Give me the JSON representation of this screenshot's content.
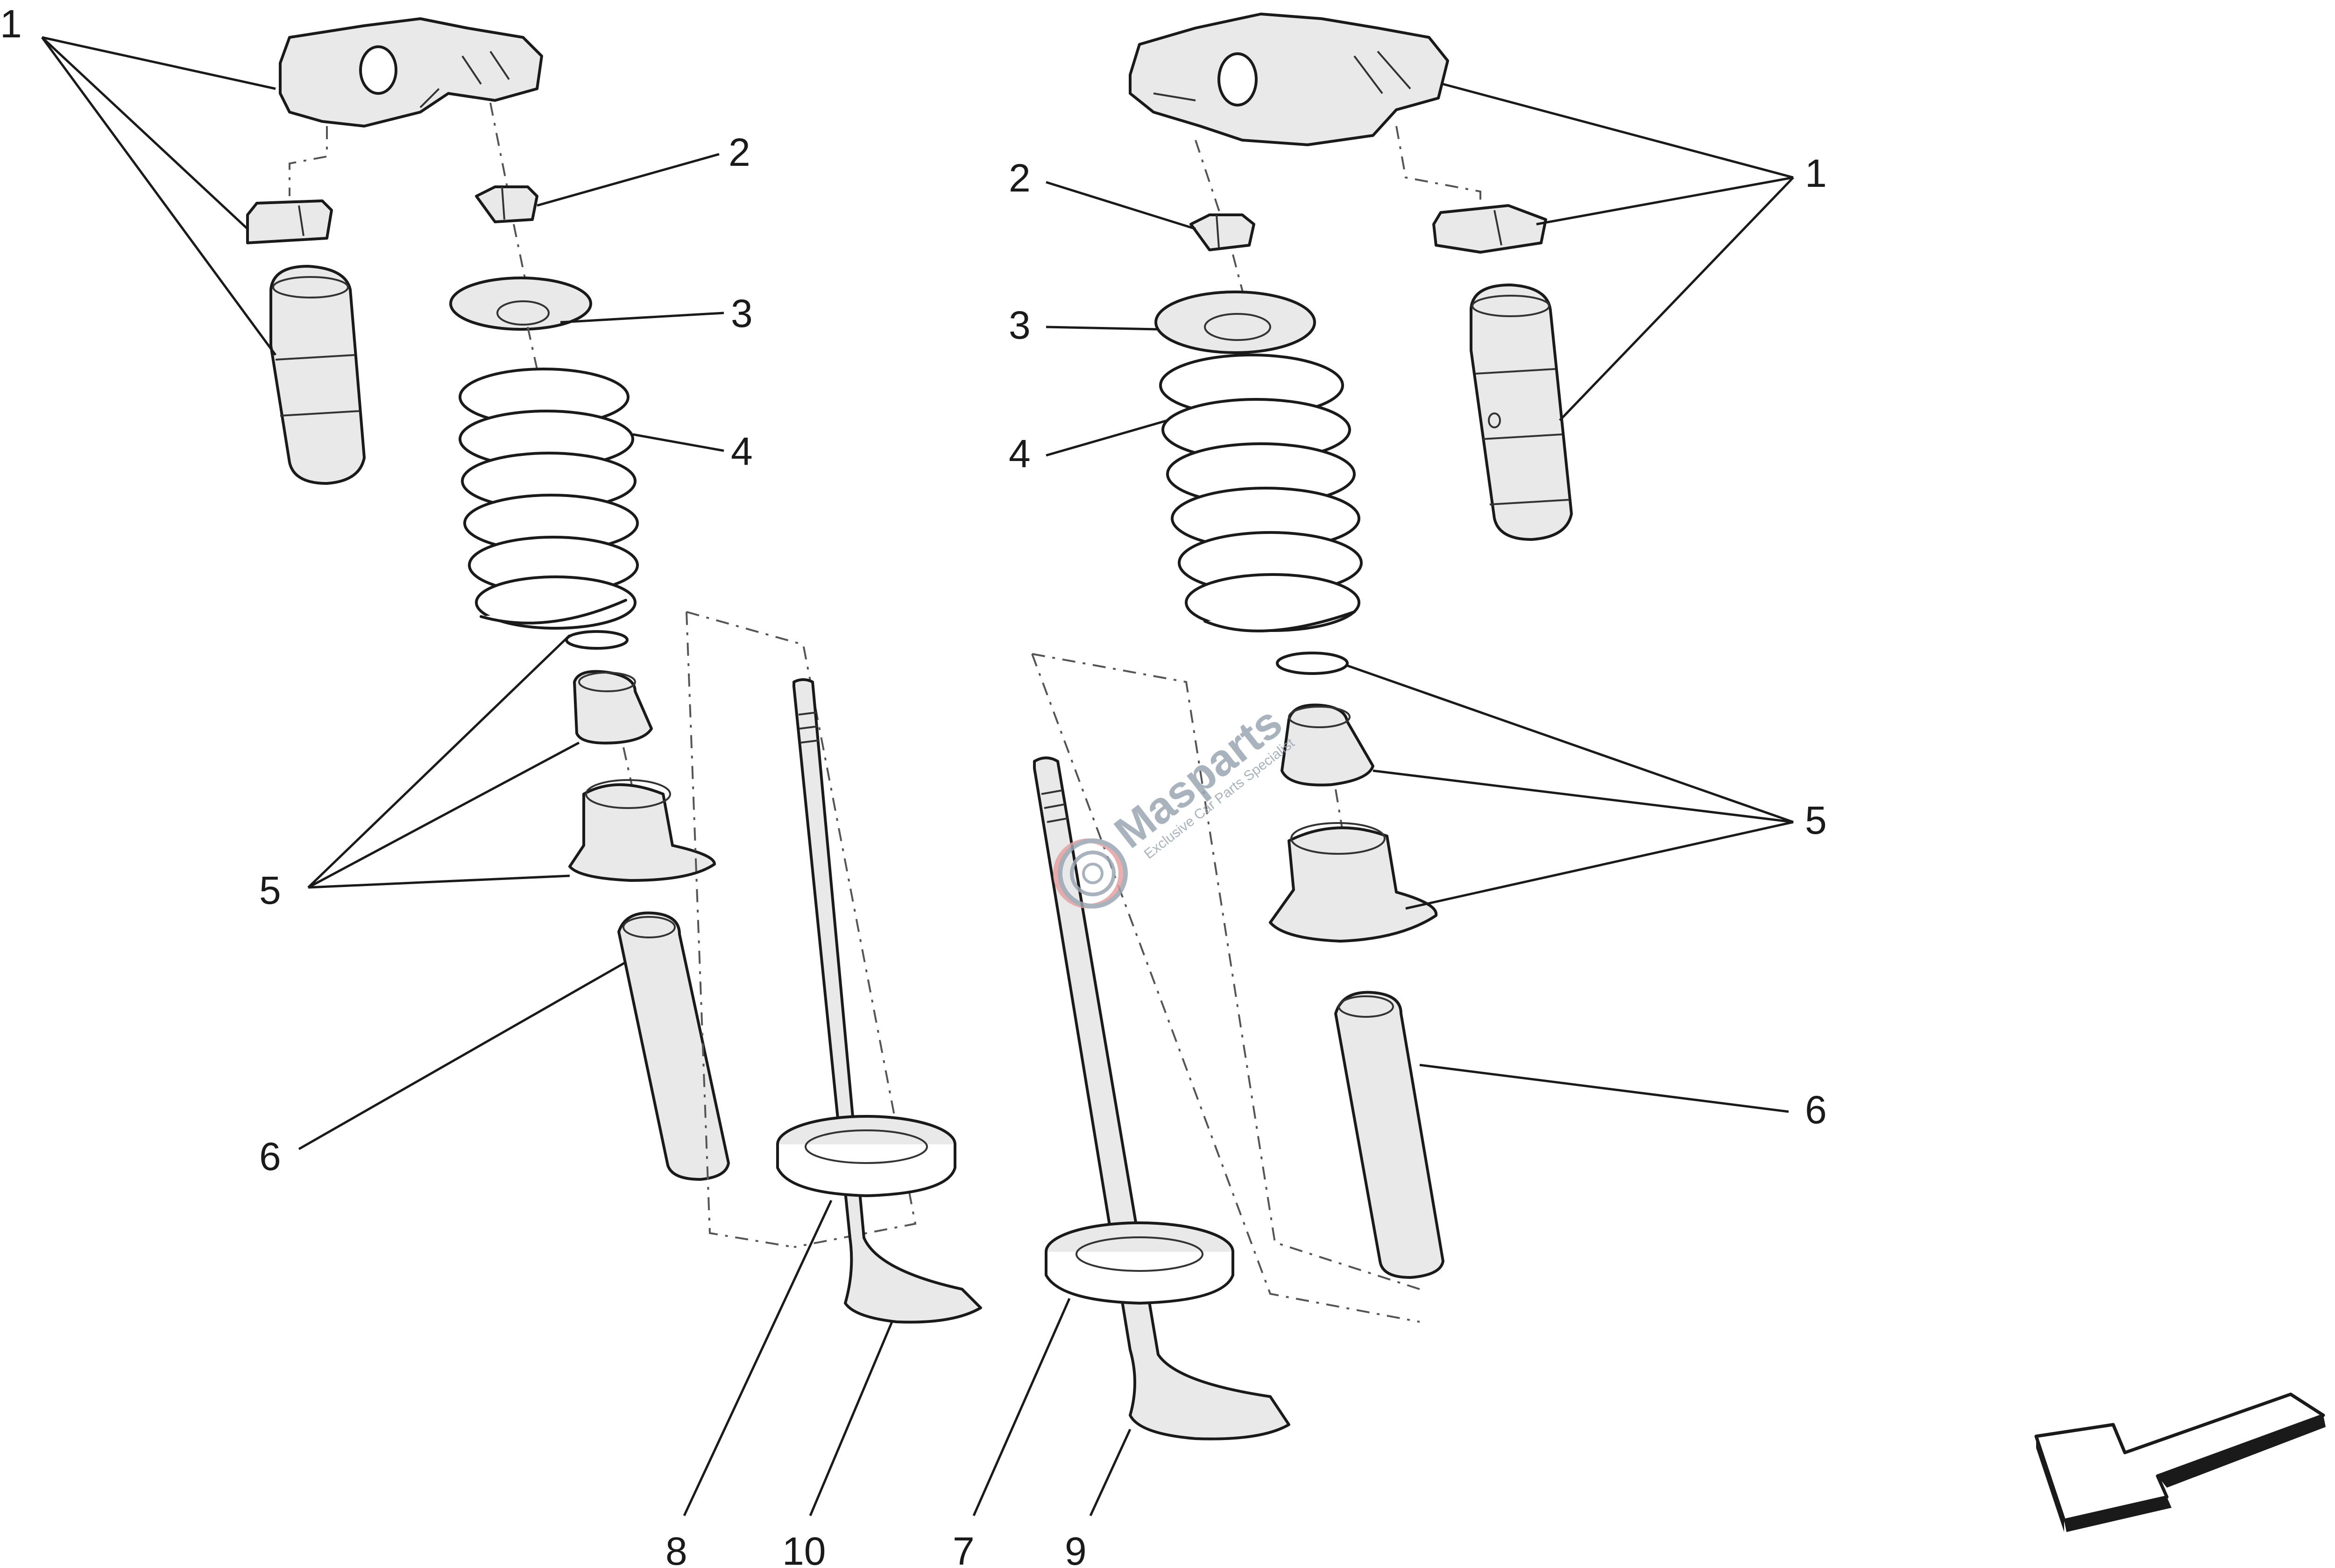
{
  "callouts": {
    "left": {
      "l1": "1",
      "l2": "2",
      "l3": "3",
      "l4": "4",
      "l5": "5",
      "l6": "6",
      "l8": "8",
      "l10": "10"
    },
    "right": {
      "r1": "1",
      "r2": "2",
      "r3": "3",
      "r4": "4",
      "r5": "5",
      "r6": "6",
      "r7": "7",
      "r9": "9"
    }
  },
  "watermark": {
    "brand": "Masparts",
    "tagline": "Exclusive Car Parts Specialist"
  },
  "colors": {
    "line": "#1a1a1a",
    "part_fill": "#e9e9e9",
    "watermark": "#9aa6b3",
    "watermark_accent": "#e8a0a0"
  },
  "icons": {
    "direction": "direction-arrow-icon",
    "logo": "masparts-logo-icon"
  }
}
